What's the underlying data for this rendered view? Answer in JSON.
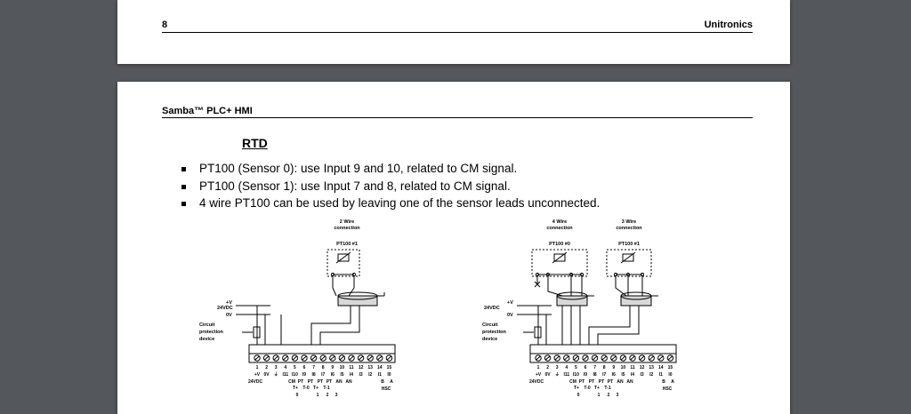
{
  "page_top": {
    "page_number": "8",
    "brand": "Unitronics"
  },
  "page_main": {
    "doc_title": "Samba™ PLC+ HMI",
    "section_title": "RTD",
    "bullets": [
      "PT100 (Sensor 0): use Input 9 and 10, related to CM signal.",
      "PT100 (Sensor 1): use Input 7 and 8, related to CM signal.",
      "4 wire PT100 can be used by leaving one of the sensor leads unconnected."
    ]
  },
  "diagrams": {
    "left": {
      "wire_label_1": "2 Wire",
      "wire_label_2": "connection",
      "sensor_label": "PT100 #1",
      "supply_label": "24VDC",
      "plus_v": "+V",
      "zero_v": "0V",
      "circuit_1": "Circuit",
      "circuit_2": "protection",
      "circuit_3": "device"
    },
    "right": {
      "a_wire_1": "4 Wire",
      "a_wire_2": "connection",
      "a_sensor": "PT100 #0",
      "b_wire_1": "3 Wire",
      "b_wire_2": "connection",
      "b_sensor": "PT100 #1",
      "supply_label": "24VDC",
      "plus_v": "+V",
      "zero_v": "0V",
      "circuit_1": "Circuit",
      "circuit_2": "protection",
      "circuit_3": "device"
    },
    "terminal_strip": {
      "numbers": [
        "1",
        "2",
        "3",
        "4",
        "5",
        "6",
        "7",
        "8",
        "9",
        "10",
        "11",
        "12",
        "13",
        "14",
        "15"
      ],
      "row1": [
        "+V",
        "0V",
        "⏚",
        "I11",
        "I10",
        "I9",
        "I8",
        "I7",
        "I6",
        "I5",
        "I4",
        "I3",
        "I2",
        "I1",
        "I0"
      ],
      "row2": [
        "24VDC",
        "CM",
        "PT",
        "PT",
        "PT",
        "PT",
        "AN",
        "AN",
        "B",
        "A"
      ],
      "row3": [
        "T+",
        "T-0",
        "T+",
        "T-1"
      ],
      "row4": [
        "0",
        "1",
        "2",
        "3"
      ],
      "hsc": "HSC"
    }
  }
}
